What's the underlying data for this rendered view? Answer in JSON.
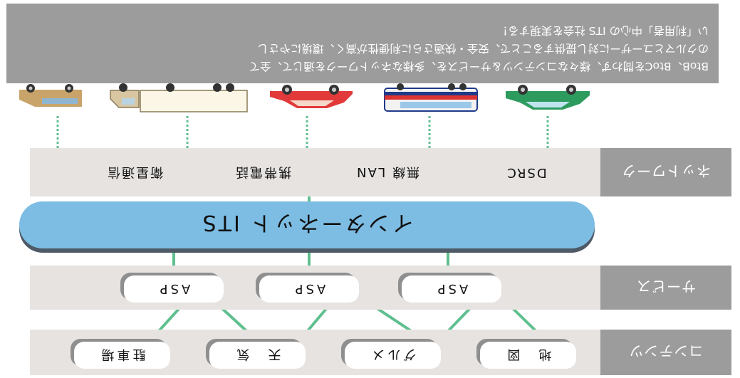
{
  "description": {
    "line1": "BtoB、BtoCを問わず、様々なコンテンツ＆サービスを、多様なネットワークを通じて、全て",
    "line2": "のクルマとユーザーに対し提供することで、安全・快適さらに利便性が高く、環境にやさし",
    "line3": "い「利用者」中心の ITS 社会を実現する！"
  },
  "layers": {
    "network": {
      "label": "ネットワーク",
      "items": [
        "DSRC",
        "無線 LAN",
        "携帯電話",
        "衛星通信"
      ]
    },
    "internet": {
      "label": "インターネット ITS"
    },
    "service": {
      "label": "サービス",
      "items": [
        "ASP",
        "ASP",
        "ASP"
      ]
    },
    "contents": {
      "label": "コンテンツ",
      "items": [
        "地　図",
        "グルメ",
        "天　気",
        "駐車場"
      ]
    }
  },
  "vehicles": [
    "sedan-car-icon",
    "bus-icon",
    "red-car-icon",
    "truck-icon",
    "van-icon"
  ],
  "colors": {
    "gray_tag": "#9d9c9c",
    "row_bg": "#e6e3e1",
    "internet_blue": "#7dbde4",
    "line_green": "#5fbf8f"
  }
}
